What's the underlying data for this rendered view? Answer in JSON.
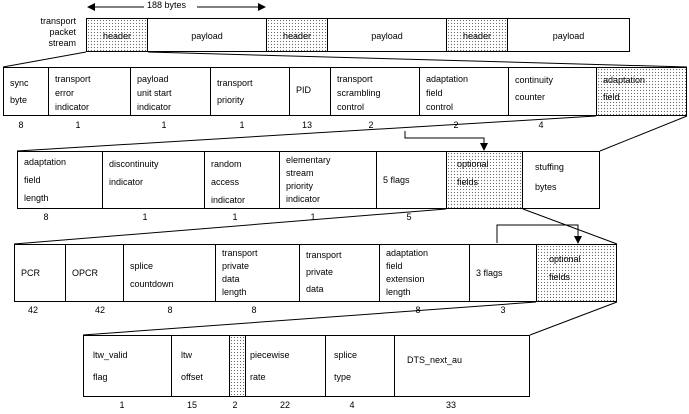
{
  "stream": {
    "label": "transport\npacket\nstream",
    "byte_count": "188 bytes",
    "cells": [
      "header",
      "payload",
      "header",
      "payload",
      "header",
      "payload"
    ]
  },
  "header_fields": [
    {
      "label": "sync\nbyte",
      "bits": "8"
    },
    {
      "label": "transport\nerror\nindicator",
      "bits": "1"
    },
    {
      "label": "payload\nunit start\nindicator",
      "bits": "1"
    },
    {
      "label": "transport\npriority",
      "bits": "1"
    },
    {
      "label": "PID",
      "bits": "13"
    },
    {
      "label": "transport\nscrambling\ncontrol",
      "bits": "2"
    },
    {
      "label": "adaptation\nfield\ncontrol",
      "bits": "2"
    },
    {
      "label": "continuity\ncounter",
      "bits": "4"
    },
    {
      "label": "adaptation\nfield",
      "bits": ""
    }
  ],
  "adaptation_fields": [
    {
      "label": "adaptation\nfield\nlength",
      "bits": "8"
    },
    {
      "label": "discontinuity\nindicator",
      "bits": "1"
    },
    {
      "label": "random\naccess\nindicator",
      "bits": "1"
    },
    {
      "label": "elementary\nstream\npriority\nindicator",
      "bits": "1"
    },
    {
      "label": "5 flags",
      "bits": "5"
    },
    {
      "label": "optional\nfields",
      "bits": ""
    },
    {
      "label": "stuffing\nbytes",
      "bits": ""
    }
  ],
  "optional_fields": [
    {
      "label": "PCR",
      "bits": "42"
    },
    {
      "label": "OPCR",
      "bits": "42"
    },
    {
      "label": "splice\ncountdown",
      "bits": "8"
    },
    {
      "label": "transport\nprivate\ndata\nlength",
      "bits": "8"
    },
    {
      "label": "transport\nprivate\ndata",
      "bits": ""
    },
    {
      "label": "adaptation\nfield\nextension\nlength",
      "bits": "8"
    },
    {
      "label": "3 flags",
      "bits": "3"
    },
    {
      "label": "optional\nfields",
      "bits": ""
    }
  ],
  "extension_fields": [
    {
      "label": "ltw_valid\nflag",
      "bits": "1"
    },
    {
      "label": "ltw\noffset",
      "bits": "15"
    },
    {
      "label": "",
      "bits": "2"
    },
    {
      "label": "piecewise\nrate",
      "bits": "22"
    },
    {
      "label": "splice\ntype",
      "bits": "4"
    },
    {
      "label": "DTS_next_au",
      "bits": "33"
    }
  ]
}
